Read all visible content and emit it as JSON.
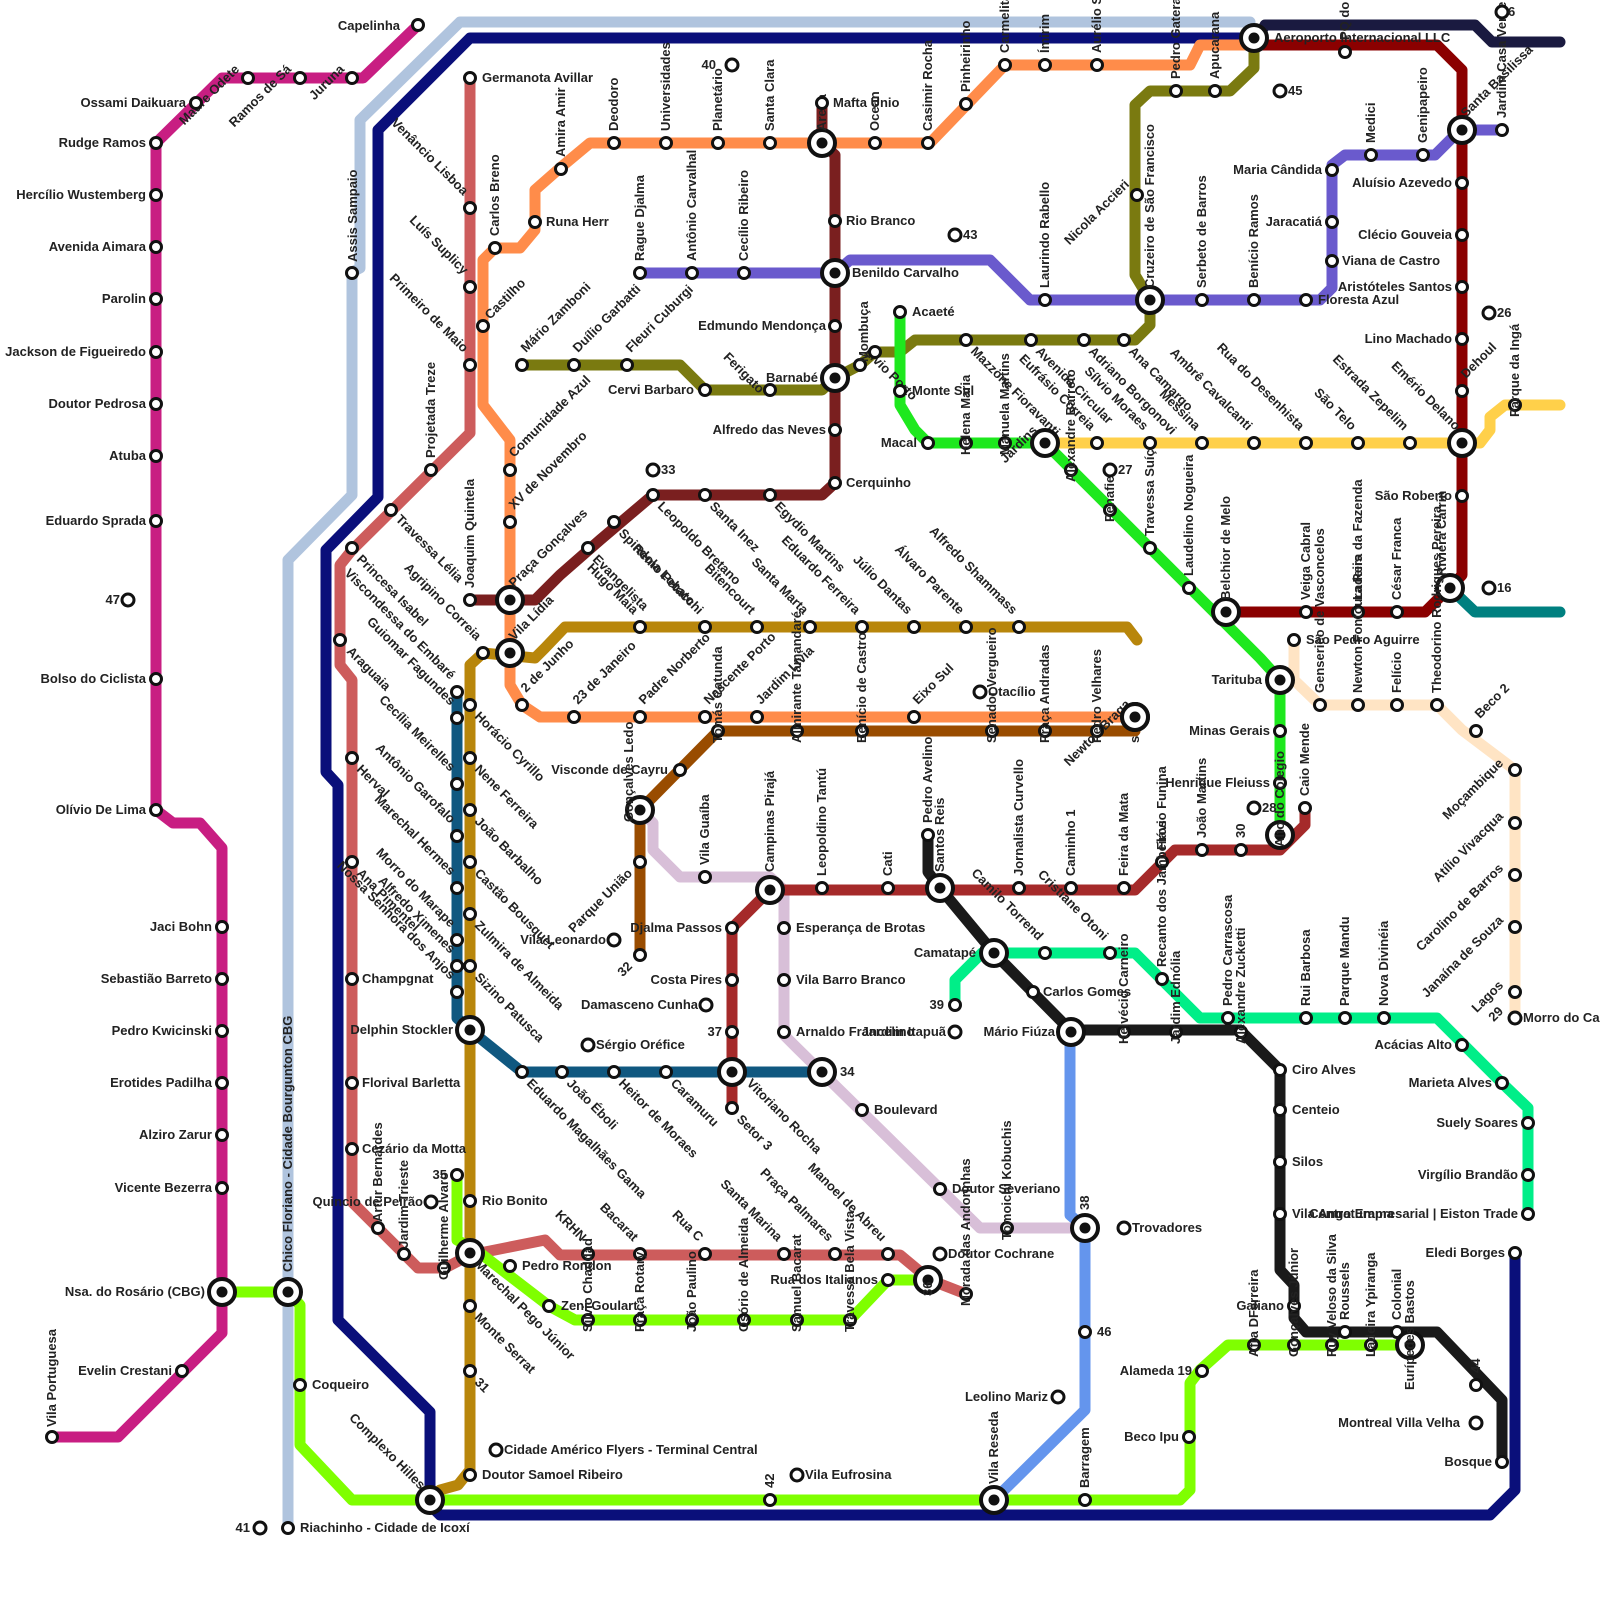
{
  "lines": [
    {
      "id": "magenta",
      "color": "#c81e82"
    },
    {
      "id": "lightblue",
      "color": "#b0c4de"
    },
    {
      "id": "navy",
      "color": "#0a0f7a"
    },
    {
      "id": "rose",
      "color": "#cd5c5c"
    },
    {
      "id": "orange",
      "color": "#ff8c4a"
    },
    {
      "id": "maroon",
      "color": "#7a1f1f"
    },
    {
      "id": "olive",
      "color": "#7a7a10"
    },
    {
      "id": "purple",
      "color": "#6a5acd"
    },
    {
      "id": "green",
      "color": "#1ee81e"
    },
    {
      "id": "yellow",
      "color": "#ffd04a"
    },
    {
      "id": "gold",
      "color": "#b8860b"
    },
    {
      "id": "teal",
      "color": "#105880"
    },
    {
      "id": "brown",
      "color": "#994c00"
    },
    {
      "id": "lilac",
      "color": "#d8bfd8"
    },
    {
      "id": "red",
      "color": "#a52a2a"
    },
    {
      "id": "black",
      "color": "#1a1a1a"
    },
    {
      "id": "mint",
      "color": "#00ee88"
    },
    {
      "id": "peach",
      "color": "#ffe4c4"
    },
    {
      "id": "lime",
      "color": "#7fff00"
    },
    {
      "id": "cornflower",
      "color": "#6495ed"
    },
    {
      "id": "darkred",
      "color": "#8b0000"
    },
    {
      "id": "midnight",
      "color": "#1a1a40"
    },
    {
      "id": "tealgreen",
      "color": "#008080"
    }
  ],
  "stations": [
    {
      "name": "Capelinha"
    },
    {
      "name": "Juruna"
    },
    {
      "name": "Ramos de Sá"
    },
    {
      "name": "Madre Odete"
    },
    {
      "name": "Ossami Daikuara"
    },
    {
      "name": "Rudge Ramos"
    },
    {
      "name": "Hercílio Wustemberg"
    },
    {
      "name": "Avenida Aimara"
    },
    {
      "name": "Parolin"
    },
    {
      "name": "Jackson de Figueiredo"
    },
    {
      "name": "Doutor Pedrosa"
    },
    {
      "name": "Atuba"
    },
    {
      "name": "Eduardo Sprada"
    },
    {
      "name": "47"
    },
    {
      "name": "Bolso do Ciclista"
    },
    {
      "name": "Olívio De Lima"
    },
    {
      "name": "Jaci Bohn"
    },
    {
      "name": "Sebastião Barreto"
    },
    {
      "name": "Pedro Kwicinski"
    },
    {
      "name": "Erotides Padilha"
    },
    {
      "name": "Alziro Zarur"
    },
    {
      "name": "Vicente Bezerra"
    },
    {
      "name": "Nsa. do Rosário (CBG)"
    },
    {
      "name": "Evelin Crestani"
    },
    {
      "name": "Vila Portuguesa"
    },
    {
      "name": "Assis Sampaio"
    },
    {
      "name": "Chico Floriano - Cidade Bourgunton CBG"
    },
    {
      "name": "Coqueiro"
    },
    {
      "name": "Riachinho - Cidade de Icoxí"
    },
    {
      "name": "41"
    },
    {
      "name": "Complexo Hilles"
    },
    {
      "name": "Germanota Avillar"
    },
    {
      "name": "Venâncio Lisboa"
    },
    {
      "name": "Luís Suplicy"
    },
    {
      "name": "Primeiro de Maio"
    },
    {
      "name": "Projetada Treze"
    },
    {
      "name": "Travessa Lélia"
    },
    {
      "name": "Princesa Isabel"
    },
    {
      "name": "Araguaia"
    },
    {
      "name": "Herval"
    },
    {
      "name": "Ana Pimentel"
    },
    {
      "name": "Champgnat"
    },
    {
      "name": "Florival Barletta"
    },
    {
      "name": "Cezário da Motta"
    },
    {
      "name": "Artur Bernardes"
    },
    {
      "name": "Jardim Trieste"
    },
    {
      "name": "Guilherme Alvaro"
    },
    {
      "name": "Carlos Breno"
    },
    {
      "name": "Castilho"
    },
    {
      "name": "Amira Amir"
    },
    {
      "name": "Runa Herr"
    },
    {
      "name": "Deodoro"
    },
    {
      "name": "Universidades"
    },
    {
      "name": "Planetário"
    },
    {
      "name": "Santa Clara"
    },
    {
      "name": "Arena"
    },
    {
      "name": "Ocean"
    },
    {
      "name": "Casimir Rocha"
    },
    {
      "name": "Pinheirinho"
    },
    {
      "name": "Carmelita Neves"
    },
    {
      "name": "Ímirim"
    },
    {
      "name": "Aurélio Sampaio"
    },
    {
      "name": "Aeroporto Internacional LLC"
    },
    {
      "name": "40"
    },
    {
      "name": "Mafta Unio"
    },
    {
      "name": "Rio Branco"
    },
    {
      "name": "Benildo Carvalho"
    },
    {
      "name": "Edmundo Mendonça"
    },
    {
      "name": "Lívio Porto"
    },
    {
      "name": "Barnabé"
    },
    {
      "name": "Alfredo das Neves"
    },
    {
      "name": "Cerquinho"
    },
    {
      "name": "Rague Djalma"
    },
    {
      "name": "Antônio Carvalhal"
    },
    {
      "name": "Cecílio Ribeiro"
    },
    {
      "name": "Mário Zamboni"
    },
    {
      "name": "Duílio Garbatti"
    },
    {
      "name": "Fleuri Cuburgi"
    },
    {
      "name": "Cervi Barbaro"
    },
    {
      "name": "Ferigato"
    },
    {
      "name": "Comunidade Azul"
    },
    {
      "name": "XV de Novembro"
    },
    {
      "name": "Praça Gonçalves"
    },
    {
      "name": "Joaquim Quintela"
    },
    {
      "name": "33"
    },
    {
      "name": "Leopoldo Bretano"
    },
    {
      "name": "Santa Inez"
    },
    {
      "name": "Egydio Martins"
    },
    {
      "name": "Agripino Correia"
    },
    {
      "name": "Vila Lídia"
    },
    {
      "name": "2 de Junho"
    },
    {
      "name": "23 de Janeiro"
    },
    {
      "name": "Padre Norberto"
    },
    {
      "name": "Nascente Porto"
    },
    {
      "name": "Jardim Lívia"
    },
    {
      "name": "Eixo Sul"
    },
    {
      "name": "Newton Braga"
    },
    {
      "name": "Travessa Suíça"
    },
    {
      "name": "Spindola Lobato"
    },
    {
      "name": "Evangelista"
    },
    {
      "name": "Hugo Maia"
    },
    {
      "name": "Remo Petacchi"
    },
    {
      "name": "Bitencourt"
    },
    {
      "name": "Santa Marta"
    },
    {
      "name": "Eduardo Ferreira"
    },
    {
      "name": "Júlio Dantas"
    },
    {
      "name": "Álvaro Parente"
    },
    {
      "name": "Alfredo Shammass"
    },
    {
      "name": "Acaeté"
    },
    {
      "name": "Monte Sul"
    },
    {
      "name": "Macal"
    },
    {
      "name": "Mombuça"
    },
    {
      "name": "Helena Maria"
    },
    {
      "name": "Manuela Martins"
    },
    {
      "name": "Mazzone Fioravanti"
    },
    {
      "name": "Jardins"
    },
    {
      "name": "Avenida Circular"
    },
    {
      "name": "Eufrásio Correia"
    },
    {
      "name": "Adriano Borgonovi"
    },
    {
      "name": "Sílvio Moraes"
    },
    {
      "name": "Ana Camargo"
    },
    {
      "name": "Messina"
    },
    {
      "name": "Ambrê Cavalcanti"
    },
    {
      "name": "Rua do Desenhista"
    },
    {
      "name": "São Telo"
    },
    {
      "name": "Estrada Zepelim"
    },
    {
      "name": "Emério Delano"
    },
    {
      "name": "Dehoul"
    },
    {
      "name": "Parque da Ingá"
    },
    {
      "name": "Alexandre Barreto"
    },
    {
      "name": "Penafiel"
    },
    {
      "name": "27"
    },
    {
      "name": "43"
    },
    {
      "name": "Laurindo Rabello"
    },
    {
      "name": "Nicola Accieri"
    },
    {
      "name": "Cruzeiro de São Francisco"
    },
    {
      "name": "Pedro Gatera"
    },
    {
      "name": "Apucarana"
    },
    {
      "name": "45"
    },
    {
      "name": "Serbeto de Barros"
    },
    {
      "name": "Benício Ramos"
    },
    {
      "name": "Floresta Azul"
    },
    {
      "name": "PQ do Aviador"
    },
    {
      "name": "Medici"
    },
    {
      "name": "Genipapeiro"
    },
    {
      "name": "Maria Cândida"
    },
    {
      "name": "Jaracatiá"
    },
    {
      "name": "Viana de Castro"
    },
    {
      "name": "Aluísio Azevedo"
    },
    {
      "name": "Santa Basilissa"
    },
    {
      "name": "Jardim Casa Verde"
    },
    {
      "name": "Clécio Gouveia"
    },
    {
      "name": "Aristóteles Santos"
    },
    {
      "name": "Lino Machado"
    },
    {
      "name": "26"
    },
    {
      "name": "São Roberto"
    },
    {
      "name": "Riviera Carrin"
    },
    {
      "name": "16"
    },
    {
      "name": "6"
    },
    {
      "name": "Belchior de Melo"
    },
    {
      "name": "Veiga Cabral"
    },
    {
      "name": "Ladeira da Fazenda"
    },
    {
      "name": "César Franca"
    },
    {
      "name": "Laudelino Nogueira"
    },
    {
      "name": "Tarituba"
    },
    {
      "name": "São Pedro Aguirre"
    },
    {
      "name": "Minas Gerais"
    },
    {
      "name": "Henrique Fleiuss"
    },
    {
      "name": "28"
    },
    {
      "name": "Alto do Colegio"
    },
    {
      "name": "Genserico de Vasconcelos"
    },
    {
      "name": "Caio Mende"
    },
    {
      "name": "Newton Fontoura Reis"
    },
    {
      "name": "Felício"
    },
    {
      "name": "Theodorino Rodrigues Pereira"
    },
    {
      "name": "Beco 2"
    },
    {
      "name": "Moçambique"
    },
    {
      "name": "Atílio Vivacqua"
    },
    {
      "name": "Carolino de Barros"
    },
    {
      "name": "Janaína de Souza"
    },
    {
      "name": "Lagos"
    },
    {
      "name": "29"
    },
    {
      "name": "Morro do Carmem"
    },
    {
      "name": "Viscondessa do Embaré"
    },
    {
      "name": "Guiomar Fagundes"
    },
    {
      "name": "Cecília Meirelles"
    },
    {
      "name": "Antônio Garofalo"
    },
    {
      "name": "Marechal Hermes"
    },
    {
      "name": "Morro do Marape"
    },
    {
      "name": "Alfredo Ximenes"
    },
    {
      "name": "Nossa Senhora dos Anjos"
    },
    {
      "name": "Horácio Cyrillo"
    },
    {
      "name": "Nene Ferreira"
    },
    {
      "name": "João Barbalho"
    },
    {
      "name": "Castão Bousquet"
    },
    {
      "name": "Zulmira de Almeida"
    },
    {
      "name": "Sizino Patusca"
    },
    {
      "name": "Delphin Stockler"
    },
    {
      "name": "Eduardo Magalhães Gama"
    },
    {
      "name": "João Éboli"
    },
    {
      "name": "Heitor de Moraes"
    },
    {
      "name": "Caramuru"
    },
    {
      "name": "Vitoriano Rocha"
    },
    {
      "name": "34"
    },
    {
      "name": "Sérgio Oréfice"
    },
    {
      "name": "Visconde de Cayru"
    },
    {
      "name": "Tomás Catunda"
    },
    {
      "name": "Almirante Tamandaré"
    },
    {
      "name": "Benício de Castro"
    },
    {
      "name": "Senador Vergueiro"
    },
    {
      "name": "Praça Andradas"
    },
    {
      "name": "Pedro Velhares"
    },
    {
      "name": "s"
    },
    {
      "name": "Gonçalves Ledo"
    },
    {
      "name": "Parque União"
    },
    {
      "name": "32"
    },
    {
      "name": "Vila Leonardo"
    },
    {
      "name": "Vila Guaíba"
    },
    {
      "name": "Campinas Pirajá"
    },
    {
      "name": "Leopoldino Tantú"
    },
    {
      "name": "Cati"
    },
    {
      "name": "Pedro Avelino"
    },
    {
      "name": "Santos Reis"
    },
    {
      "name": "Jornalista Curvello"
    },
    {
      "name": "Caminho 1"
    },
    {
      "name": "Feira da Mata"
    },
    {
      "name": "Flávio Funina"
    },
    {
      "name": "Recanto dos Jambeiros"
    },
    {
      "name": "João Martins"
    },
    {
      "name": "30"
    },
    {
      "name": "Otacílio"
    },
    {
      "name": "Djalma Passos"
    },
    {
      "name": "Costa Pires"
    },
    {
      "name": "37"
    },
    {
      "name": "Damasceno Cunha"
    },
    {
      "name": "Setor 3"
    },
    {
      "name": "Esperança de Brotas"
    },
    {
      "name": "Vila Barro Branco"
    },
    {
      "name": "Arnaldo Francelino"
    },
    {
      "name": "Boulevard"
    },
    {
      "name": "Doutor Severiano"
    },
    {
      "name": "Tomoichi Kobuchis"
    },
    {
      "name": "38"
    },
    {
      "name": "Trovadores"
    },
    {
      "name": "Camilo Torrend"
    },
    {
      "name": "Camatapé"
    },
    {
      "name": "Cristiane Otoni"
    },
    {
      "name": "39"
    },
    {
      "name": "Jardim Itapuã"
    },
    {
      "name": "Mário Fiúza"
    },
    {
      "name": "Carlos Gomes"
    },
    {
      "name": "Helvécio Carneiro"
    },
    {
      "name": "Jardim Ednólia"
    },
    {
      "name": "Pedro Carrascosa"
    },
    {
      "name": "Alexandre Zucketti"
    },
    {
      "name": "Ciro Alves"
    },
    {
      "name": "Centeio"
    },
    {
      "name": "Silos"
    },
    {
      "name": "Vila Angaturama"
    },
    {
      "name": "Rui Barbosa"
    },
    {
      "name": "Parque Mandu"
    },
    {
      "name": "Nova Divinéia"
    },
    {
      "name": "Acácias Alto"
    },
    {
      "name": "Marieta Alves"
    },
    {
      "name": "Suely Soares"
    },
    {
      "name": "Virgílio Brandão"
    },
    {
      "name": "Centro Empresarial | Eiston Trade"
    },
    {
      "name": "Eledi Borges"
    },
    {
      "name": "Galiano"
    },
    {
      "name": "Roussels"
    },
    {
      "name": "Colonial"
    },
    {
      "name": "Eurípedes Bastos"
    },
    {
      "name": "44"
    },
    {
      "name": "Montreal Villa Velha"
    },
    {
      "name": "Bosque"
    },
    {
      "name": "Ladeira Ypiranga"
    },
    {
      "name": "Ruy Veloso da Silva"
    },
    {
      "name": "Gonçalves Júnior"
    },
    {
      "name": "Afra DFerreira"
    },
    {
      "name": "Alameda 19"
    },
    {
      "name": "Beco Ipu"
    },
    {
      "name": "Barragem"
    },
    {
      "name": "46"
    },
    {
      "name": "Leolino Mariz"
    },
    {
      "name": "Vila Reseda"
    },
    {
      "name": "Morada das Andorinhas"
    },
    {
      "name": "36"
    },
    {
      "name": "Doutor Cochrane"
    },
    {
      "name": "Rua dos Italianos"
    },
    {
      "name": "Manoel de Abreu"
    },
    {
      "name": "Praça Palmares"
    },
    {
      "name": "Santa Marina"
    },
    {
      "name": "Rua C"
    },
    {
      "name": "Bacarat"
    },
    {
      "name": "KRHN"
    },
    {
      "name": "Pedro Rondon"
    },
    {
      "name": "Zeni Goulart"
    },
    {
      "name": "Marechal Pego Júnior"
    },
    {
      "name": "Monte Serrat"
    },
    {
      "name": "31"
    },
    {
      "name": "Cidade Américo Flyers - Terminal Central"
    },
    {
      "name": "Doutor Samoel Ribeiro"
    },
    {
      "name": "Rio Bonito"
    },
    {
      "name": "35"
    },
    {
      "name": "Quincio de Peirão"
    },
    {
      "name": "Silvio Chaddad"
    },
    {
      "name": "Praça Rotary"
    },
    {
      "name": "João Paulino"
    },
    {
      "name": "Osório de Almeida"
    },
    {
      "name": "Samuel Bacarat"
    },
    {
      "name": "Travessa Bela Vista"
    },
    {
      "name": "42"
    },
    {
      "name": "Vila Eufrosina"
    }
  ]
}
